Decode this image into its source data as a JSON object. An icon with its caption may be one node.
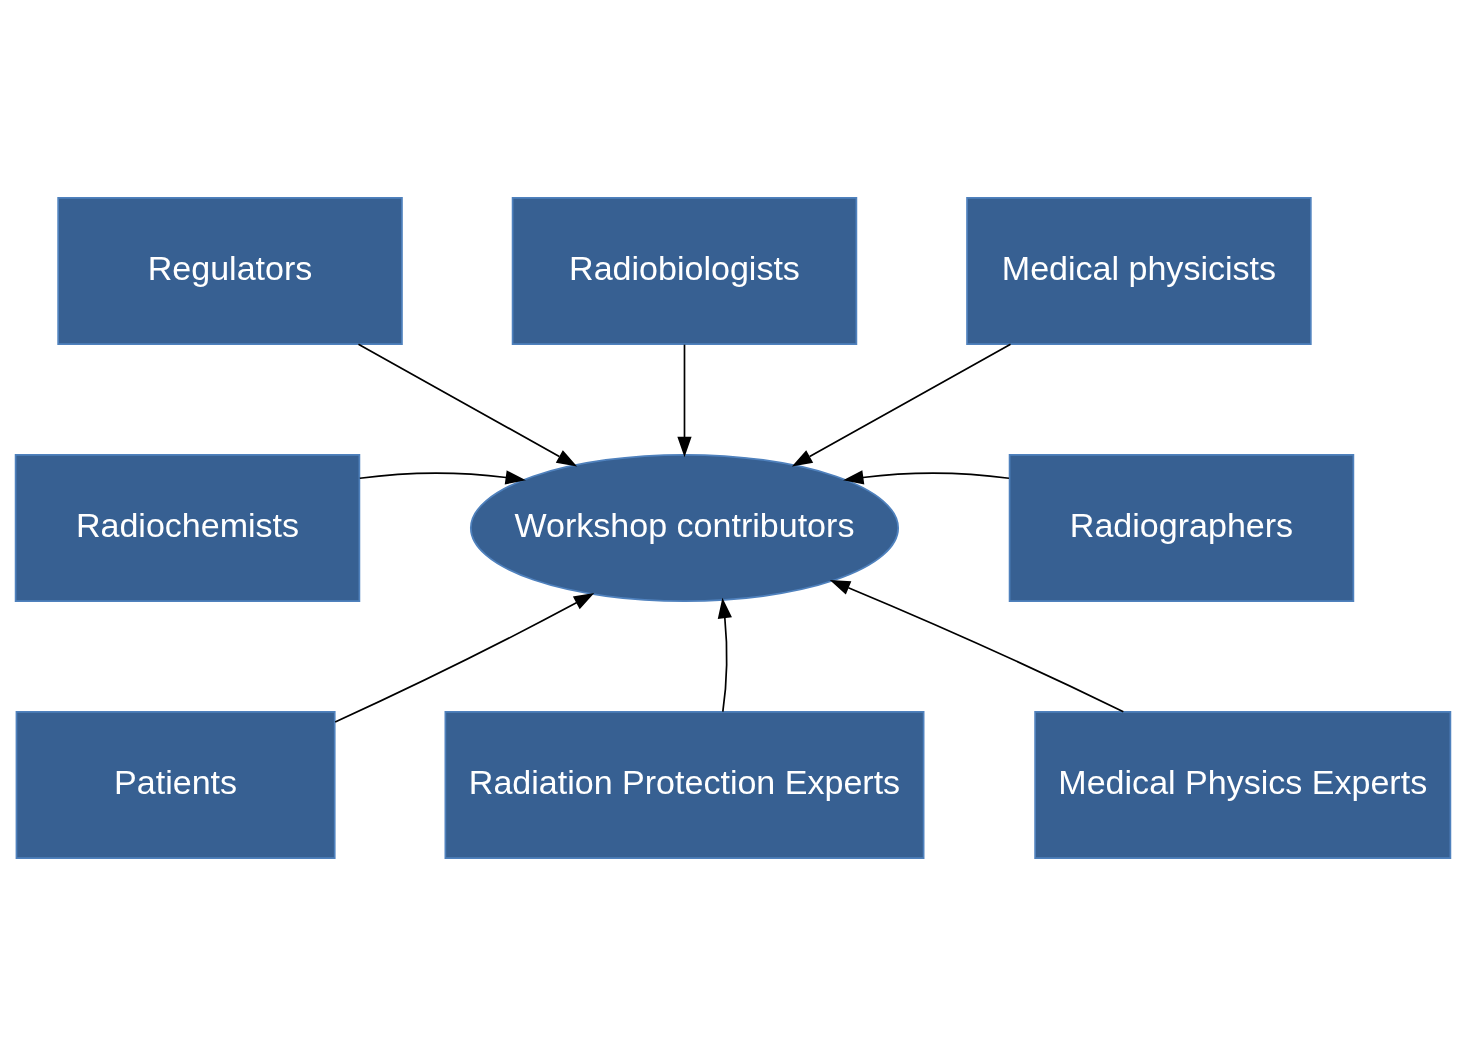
{
  "diagram": {
    "nodes": [
      {
        "text": [
          "Regulators"
        ]
      },
      {
        "text": [
          "Radiobiologists"
        ]
      },
      {
        "text": [
          "Medical physicists"
        ]
      },
      {
        "text": [
          "Radiochemists"
        ]
      },
      {
        "text": [
          "Workshop contributors"
        ]
      },
      {
        "text": [
          "Radiographers"
        ]
      },
      {
        "text": [
          "Patients"
        ]
      },
      {
        "text": [
          "Radiation Protection Experts"
        ]
      },
      {
        "text": [
          "Medical Physics Experts"
        ]
      }
    ],
    "edges": [
      {
        "from": 0,
        "to": 4,
        "arrow": "to"
      },
      {
        "from": 1,
        "to": 4,
        "arrow": "to"
      },
      {
        "from": 2,
        "to": 4,
        "arrow": "to"
      },
      {
        "from": 3,
        "to": 4,
        "arrow": "to"
      },
      {
        "from": 5,
        "to": 4,
        "arrow": "to"
      },
      {
        "from": 6,
        "to": 4,
        "arrow": "to"
      },
      {
        "from": 7,
        "to": 4,
        "arrow": "to"
      },
      {
        "from": 8,
        "to": 4,
        "arrow": "to"
      }
    ]
  }
}
